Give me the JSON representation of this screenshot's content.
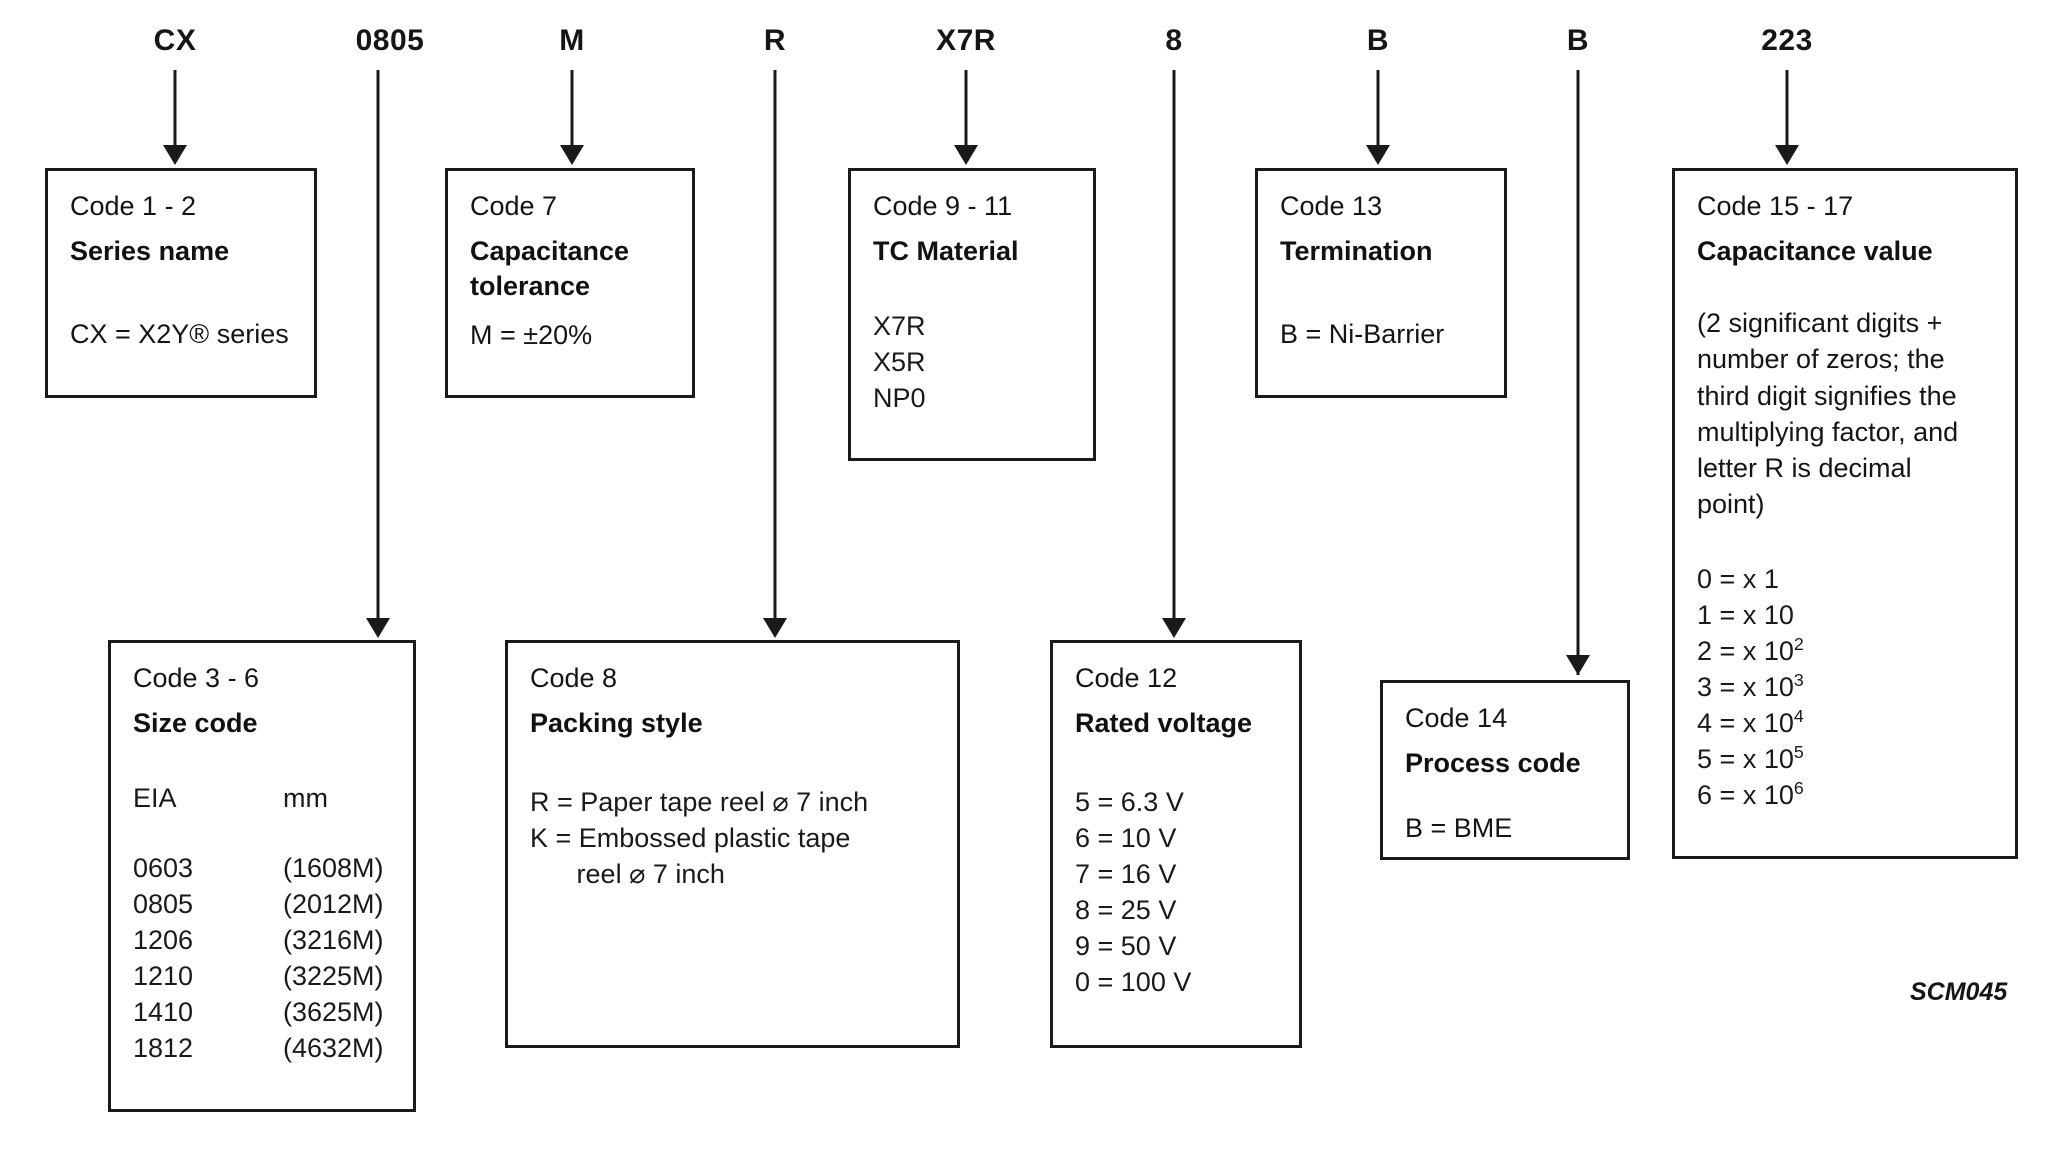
{
  "figure": {
    "reference": "SCM045",
    "part_number_segments": [
      {
        "text": "CX",
        "code_box": "code-1-2"
      },
      {
        "text": "0805",
        "code_box": "code-3-6"
      },
      {
        "text": "M",
        "code_box": "code-7"
      },
      {
        "text": "R",
        "code_box": "code-8"
      },
      {
        "text": "X7R",
        "code_box": "code-9-11"
      },
      {
        "text": "8",
        "code_box": "code-12"
      },
      {
        "text": "B",
        "code_box": "code-13"
      },
      {
        "text": "B",
        "code_box": "code-14"
      },
      {
        "text": "223",
        "code_box": "code-15-17"
      }
    ]
  },
  "boxes": {
    "series_name": {
      "code": "Code 1 - 2",
      "title": "Series name",
      "lines": [
        "CX = X2Y® series"
      ]
    },
    "size_code": {
      "code": "Code 3 - 6",
      "title": "Size code",
      "headers": {
        "eia": "EIA",
        "mm": "mm"
      },
      "rows": [
        {
          "eia": "0603",
          "mm": "(1608M)"
        },
        {
          "eia": "0805",
          "mm": "(2012M)"
        },
        {
          "eia": "1206",
          "mm": "(3216M)"
        },
        {
          "eia": "1210",
          "mm": "(3225M)"
        },
        {
          "eia": "1410",
          "mm": "(3625M)"
        },
        {
          "eia": "1812",
          "mm": "(4632M)"
        }
      ]
    },
    "capacitance_tolerance": {
      "code": "Code 7",
      "title": "Capacitance tolerance",
      "lines": [
        "M = ±20%"
      ]
    },
    "packing_style": {
      "code": "Code 8",
      "title": "Packing style",
      "lines": [
        "R = Paper tape reel ⌀ 7 inch",
        "K = Embossed plastic tape"
      ],
      "continuation": "reel ⌀ 7 inch"
    },
    "tc_material": {
      "code": "Code 9 - 11",
      "title": "TC Material",
      "lines": [
        "X7R",
        "X5R",
        "NP0"
      ]
    },
    "rated_voltage": {
      "code": "Code 12",
      "title": "Rated voltage",
      "lines": [
        "5 = 6.3 V",
        "6 = 10 V",
        "7 = 16 V",
        "8 = 25 V",
        "9 = 50 V",
        "0 = 100 V"
      ]
    },
    "termination": {
      "code": "Code 13",
      "title": "Termination",
      "lines": [
        "B = Ni-Barrier"
      ]
    },
    "process_code": {
      "code": "Code 14",
      "title": "Process code",
      "lines": [
        "B = BME"
      ]
    },
    "capacitance_value": {
      "code": "Code 15 - 17",
      "title": "Capacitance value",
      "description": "(2 significant digits + number of zeros; the third digit signifies the multiplying factor, and letter R is decimal point)",
      "multipliers": [
        {
          "digit": "0",
          "factor": "x 1",
          "exp": ""
        },
        {
          "digit": "1",
          "factor": "x 10",
          "exp": ""
        },
        {
          "digit": "2",
          "factor": "x 10",
          "exp": "2"
        },
        {
          "digit": "3",
          "factor": "x 10",
          "exp": "3"
        },
        {
          "digit": "4",
          "factor": "x 10",
          "exp": "4"
        },
        {
          "digit": "5",
          "factor": "x 10",
          "exp": "5"
        },
        {
          "digit": "6",
          "factor": "x 10",
          "exp": "6"
        }
      ]
    }
  }
}
